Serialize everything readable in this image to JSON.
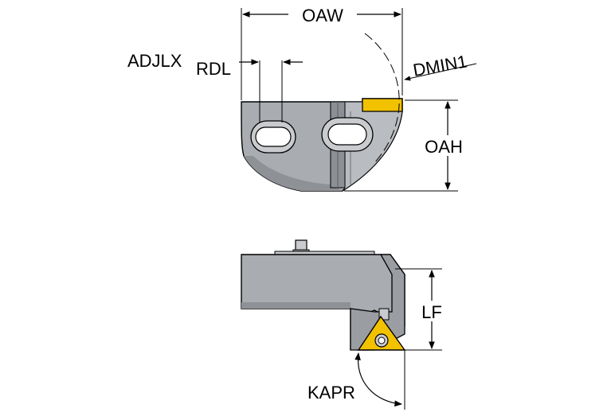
{
  "dimensions": {
    "oaw": "OAW",
    "adjlx": "ADJLX",
    "rdl": "RDL",
    "dmin1": "DMIN1",
    "oah": "OAH",
    "lf": "LF",
    "kapr": "KAPR"
  },
  "colors": {
    "body_gray": "#a9acb0",
    "body_dark": "#7c8085",
    "body_light": "#c9cbce",
    "insert_yellow": "#f2c200",
    "outline": "#000000"
  }
}
